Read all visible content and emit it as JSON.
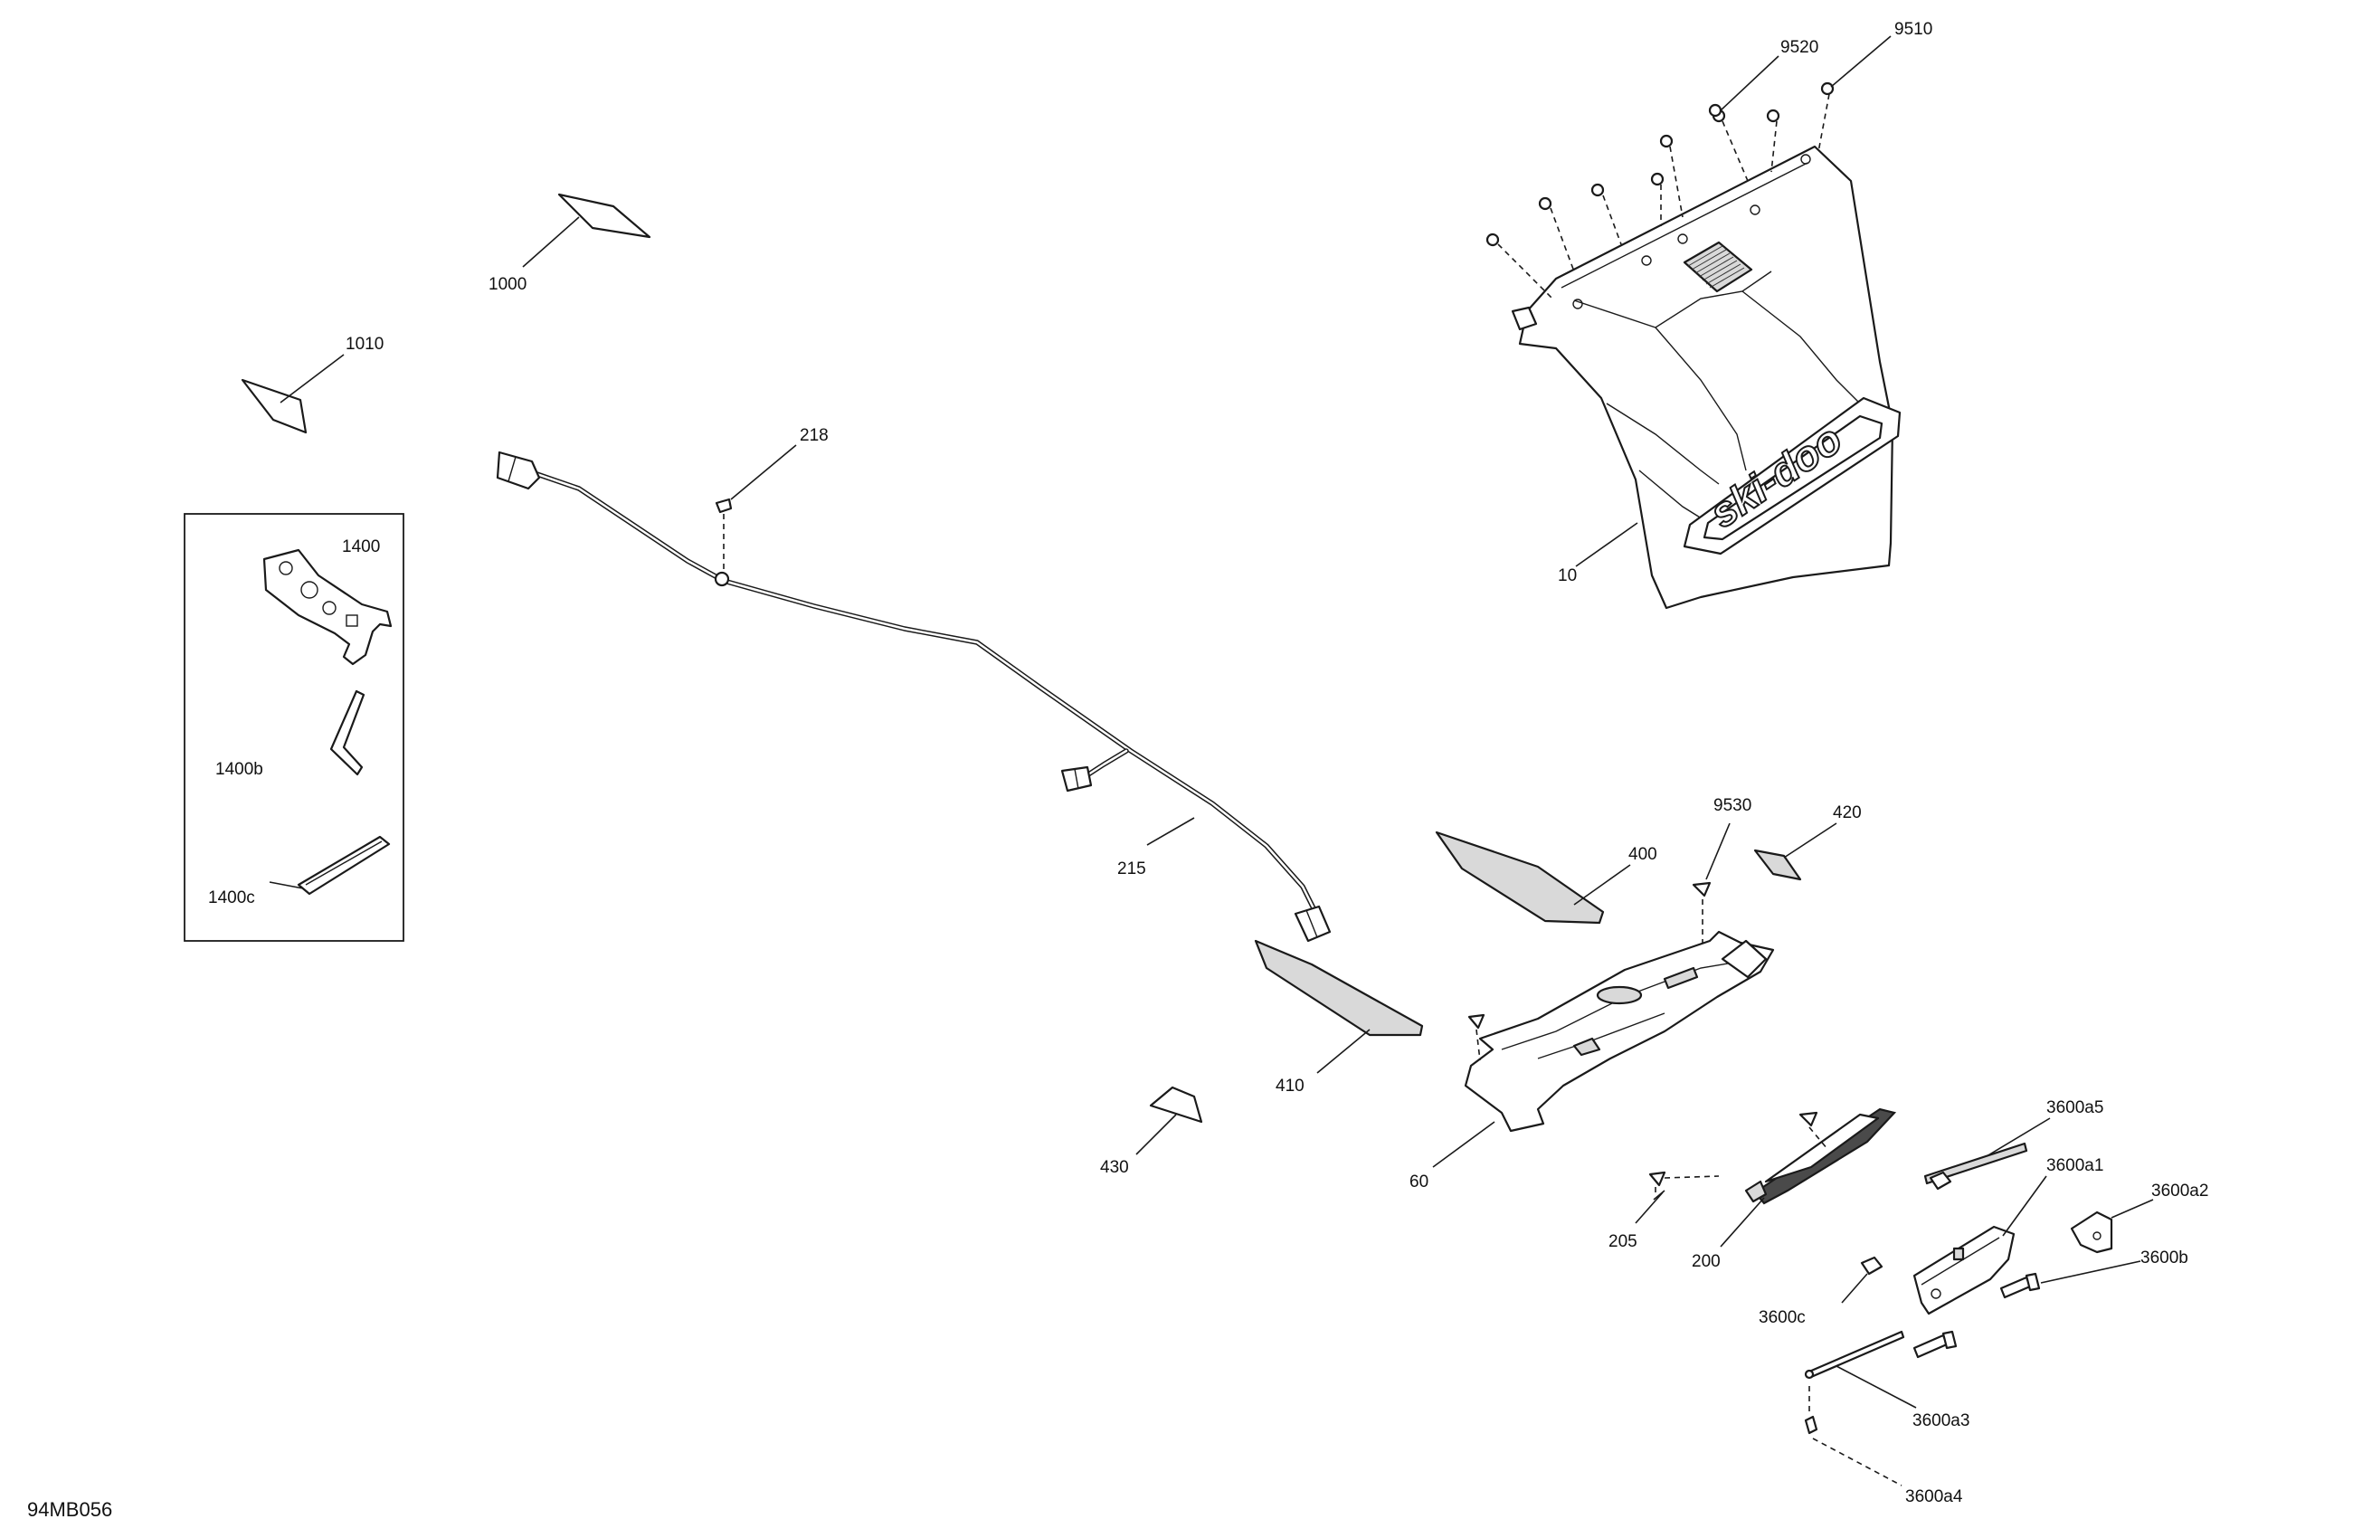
{
  "drawing_ref": "94MB056",
  "brand_logo": "ski-doo",
  "callouts": {
    "p10": "10",
    "p60": "60",
    "p200": "200",
    "p205": "205",
    "p215": "215",
    "p218": "218",
    "p400": "400",
    "p410": "410",
    "p420": "420",
    "p430": "430",
    "p1000": "1000",
    "p1010": "1010",
    "p1400": "1400",
    "p1400b": "1400b",
    "p1400c": "1400c",
    "p3600a1": "3600a1",
    "p3600a2": "3600a2",
    "p3600a3": "3600a3",
    "p3600a4": "3600a4",
    "p3600a5": "3600a5",
    "p3600b": "3600b",
    "p3600c": "3600c",
    "p9510": "9510",
    "p9520": "9520",
    "p9530": "9530"
  }
}
